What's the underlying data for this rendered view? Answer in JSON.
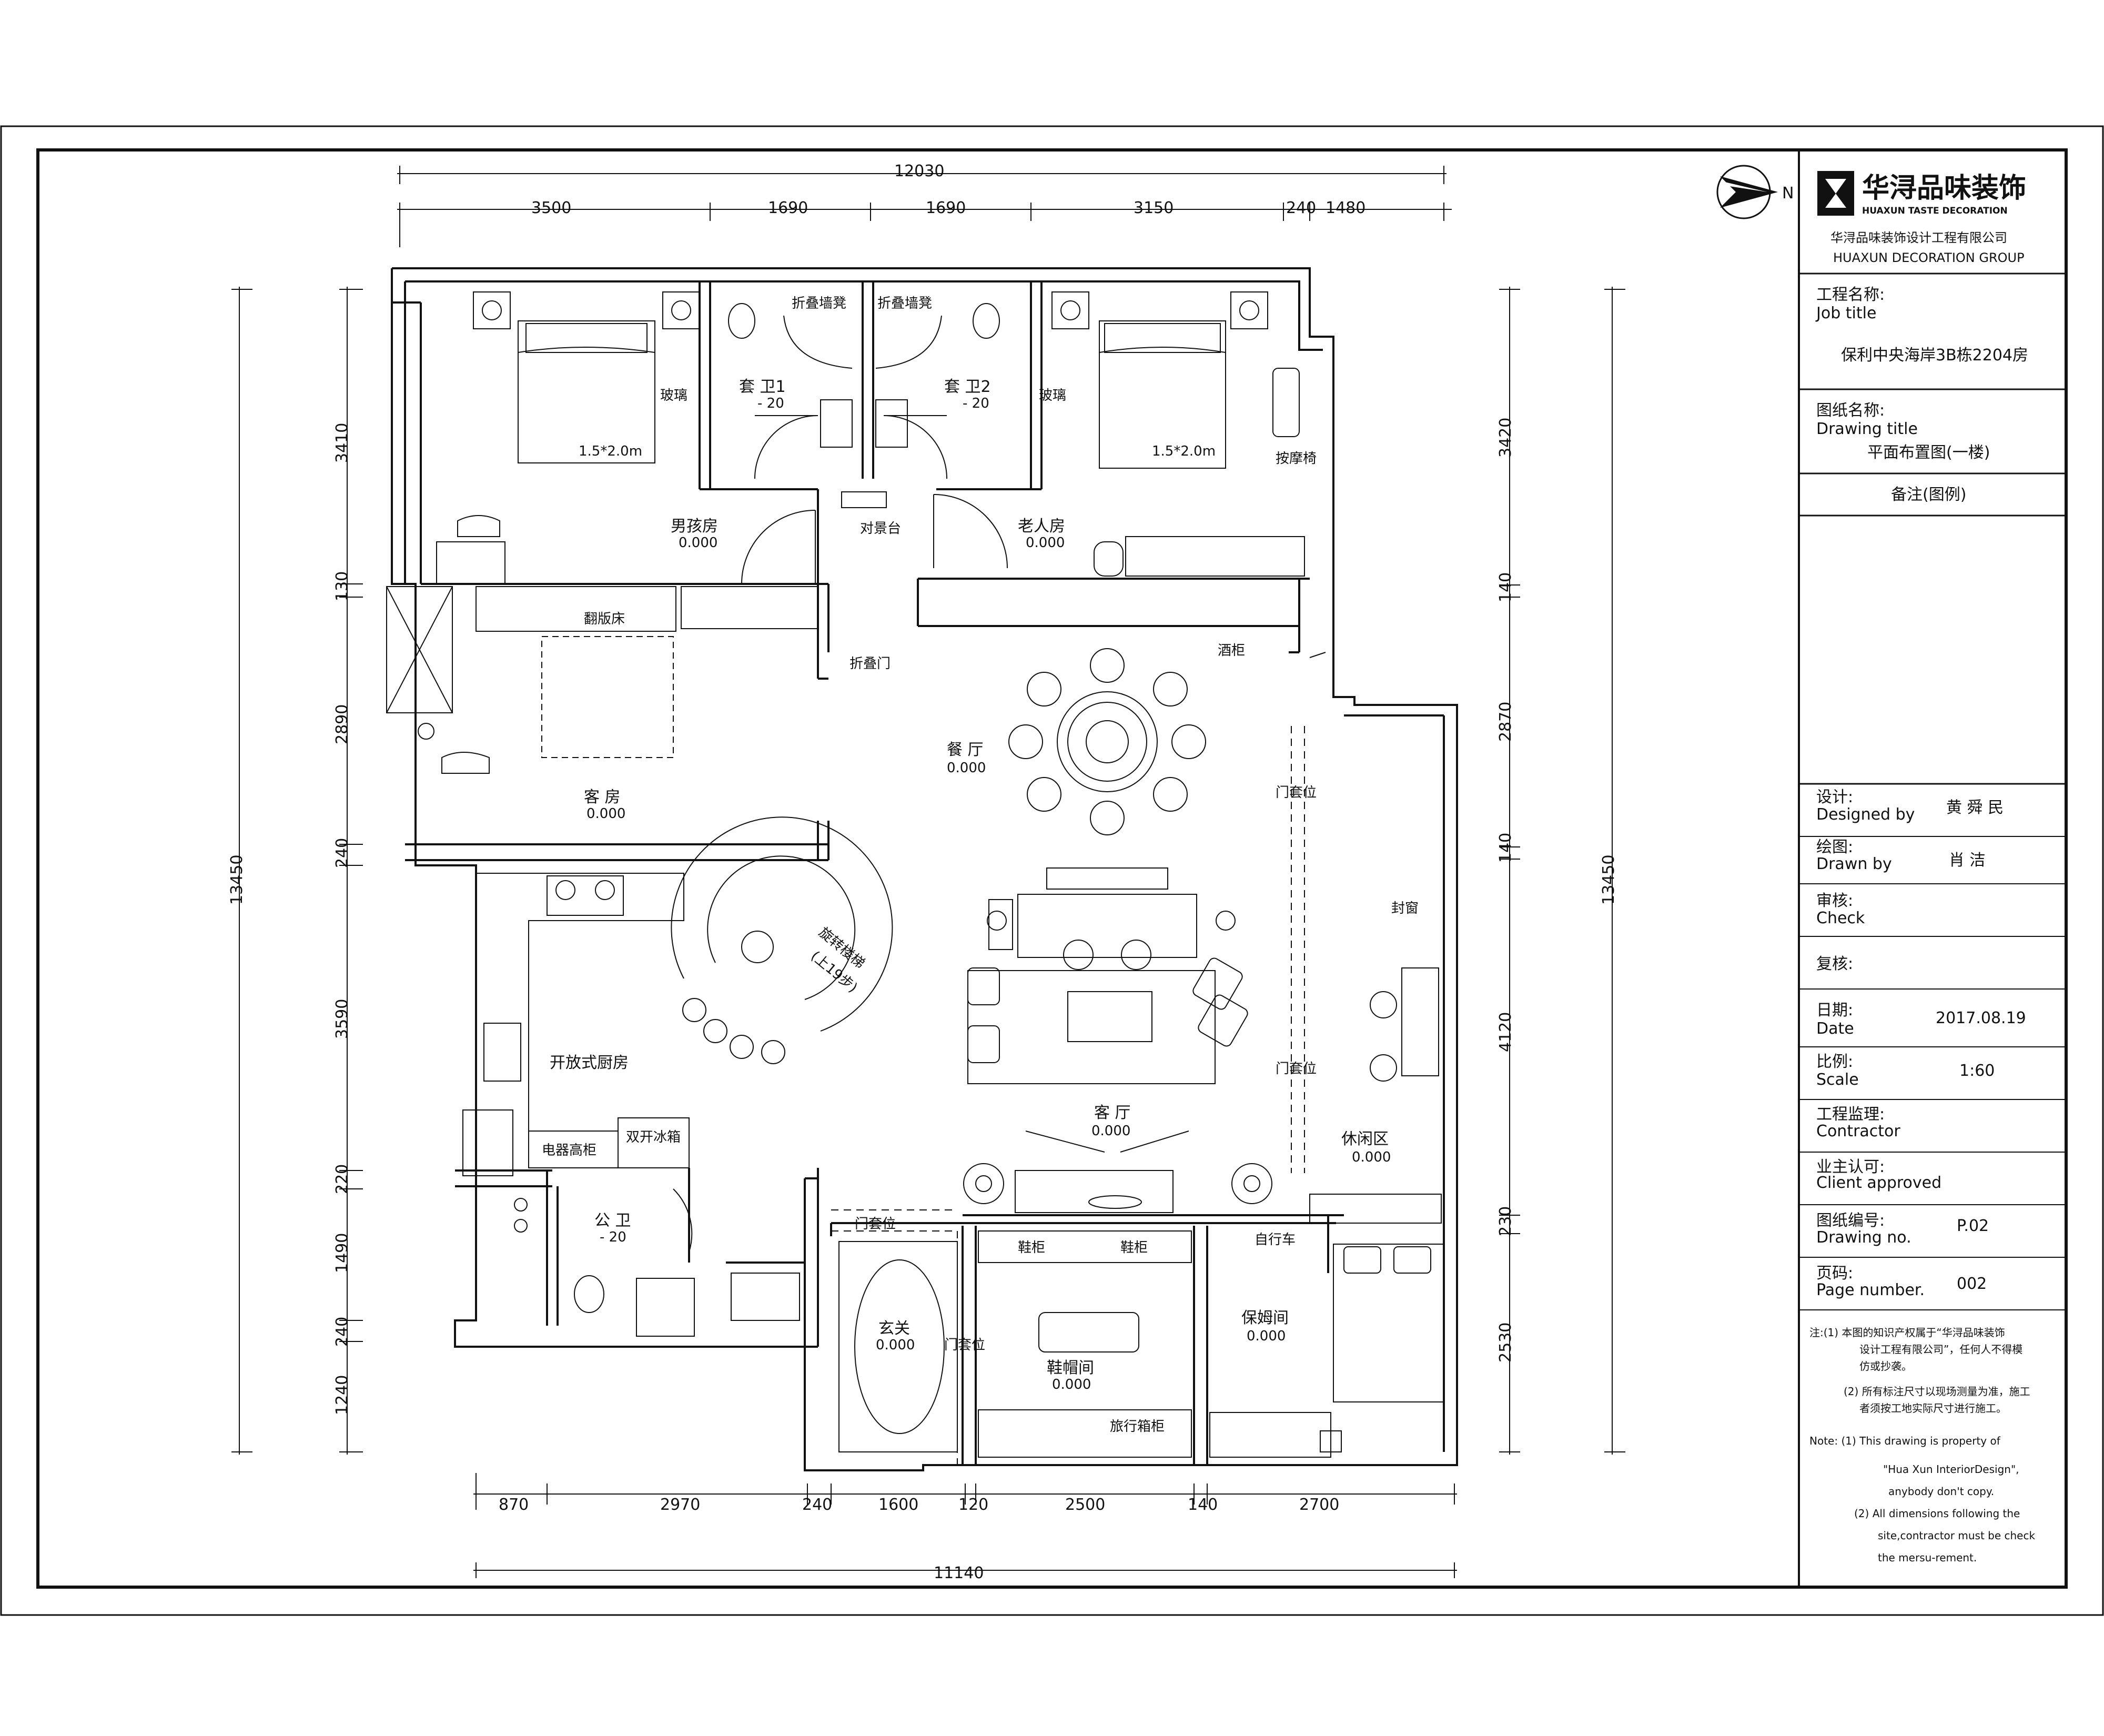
{
  "company": {
    "logo_cn": "华浔品味装饰",
    "logo_en": "HUAXUN TASTE DECORATION",
    "name_cn": "华浔品味装饰设计工程有限公司",
    "name_en": "HUAXUN DECORATION GROUP",
    "north": "N"
  },
  "title_block": {
    "job_label_cn": "工程名称:",
    "job_label_en": "Job title",
    "job_value": "保利中央海岸3B栋2204房",
    "drawing_label_cn": "图纸名称:",
    "drawing_label_en": "Drawing title",
    "drawing_value": "平面布置图(一楼)",
    "remarks": "备注(图例)",
    "rows": [
      {
        "cn": "设计:",
        "en": "Designed by",
        "value": "黄 舜 民"
      },
      {
        "cn": "绘图:",
        "en": "Drawn by",
        "value": "肖    洁"
      },
      {
        "cn": "审核:",
        "en": "Check",
        "value": ""
      },
      {
        "cn": "复核:",
        "en": "",
        "value": ""
      },
      {
        "cn": "日期:",
        "en": "Date",
        "value": "2017.08.19"
      },
      {
        "cn": "比例:",
        "en": "Scale",
        "value": "1:60"
      },
      {
        "cn": "工程监理:",
        "en": "Contractor",
        "value": ""
      },
      {
        "cn": "业主认可:",
        "en": "Client approved",
        "value": ""
      },
      {
        "cn": "图纸编号:",
        "en": "Drawing no.",
        "value": "P.02"
      },
      {
        "cn": "页码:",
        "en": "Page number.",
        "value": "002"
      }
    ],
    "notes": [
      "注:(1) 本图的知识产权属于“华浔品味装饰",
      "设计工程有限公司”，任何人不得模",
      "仿或抄袭。",
      "(2) 所有标注尺寸以现场测量为准，施工",
      "者须按工地实际尺寸进行施工。",
      "Note:  (1) This drawing is property of",
      "\"Hua Xun InteriorDesign\",",
      "anybody don't copy.",
      "(2) All dimensions following the",
      "site,contractor must be check",
      "the mersu-rement."
    ]
  },
  "dimensions": {
    "top_total": "12030",
    "top": [
      "3500",
      "1690",
      "1690",
      "3150",
      "240",
      "1480"
    ],
    "bottom_total": "11140",
    "bottom": [
      "870",
      "2970",
      "240",
      "1600",
      "120",
      "2500",
      "140",
      "2700"
    ],
    "left_total": "13450",
    "left": [
      "3410",
      "130",
      "2890",
      "240",
      "3590",
      "220",
      "1490",
      "240",
      "1240"
    ],
    "right_total": "13450",
    "right": [
      "3420",
      "140",
      "2870",
      "140",
      "4120",
      "230",
      "2530"
    ]
  },
  "rooms": [
    {
      "name": "男孩房",
      "area": "0.000"
    },
    {
      "name": "套 卫1",
      "area": "- 20"
    },
    {
      "name": "套 卫2",
      "area": "- 20"
    },
    {
      "name": "老人房",
      "area": "0.000"
    },
    {
      "name": "客 房",
      "area": "0.000"
    },
    {
      "name": "餐 厅",
      "area": "0.000"
    },
    {
      "name": "开放式厨房",
      "area": ""
    },
    {
      "name": "客 厅",
      "area": "0.000"
    },
    {
      "name": "休闲区",
      "area": "0.000"
    },
    {
      "name": "公 卫",
      "area": "- 20"
    },
    {
      "name": "玄关",
      "area": "0.000"
    },
    {
      "name": "鞋帽间",
      "area": "0.000"
    },
    {
      "name": "保姆间",
      "area": "0.000"
    }
  ],
  "labels": {
    "fold_stool_1": "折叠墙凳",
    "fold_stool_2": "折叠墙凳",
    "glass_1": "玻璃",
    "glass_2": "玻璃",
    "bed_1": "1.5*2.0m",
    "bed_2": "1.5*2.0m",
    "massage_chair": "按摩椅",
    "screen_counter": "对景台",
    "flip_bed": "翻版床",
    "folding_door": "折叠门",
    "wine_cabinet": "酒柜",
    "door_frame_1": "门套位",
    "door_frame_2": "门套位",
    "door_frame_3": "门套位",
    "door_frame_4": "门套位",
    "sealed_window": "封窗",
    "spiral_stair": "旋转楼梯",
    "stair_steps": "(上19步)",
    "appliance_cabinet": "电器高柜",
    "double_fridge": "双开冰箱",
    "shoe_cabinet_1": "鞋柜",
    "shoe_cabinet_2": "鞋柜",
    "bicycle": "自行车",
    "luggage_cabinet": "旅行箱柜"
  },
  "colors": {
    "line": "#111111",
    "background": "#ffffff"
  }
}
